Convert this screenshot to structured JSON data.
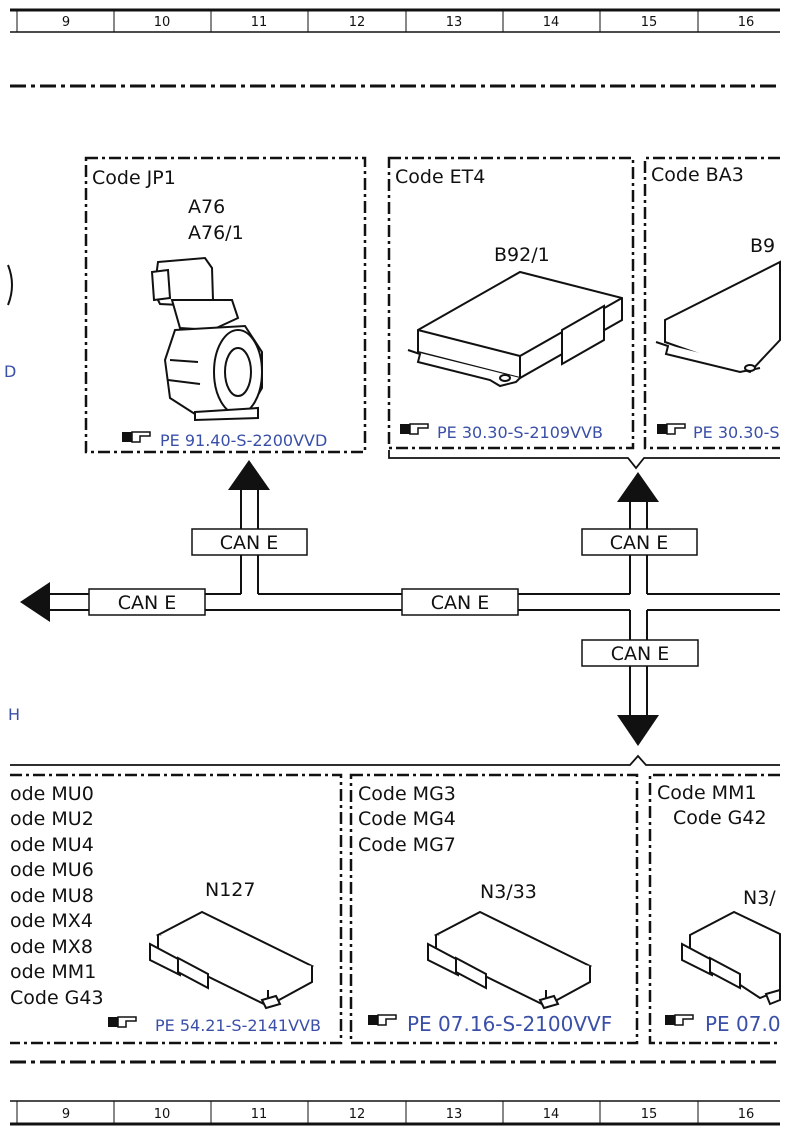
{
  "grid_columns": [
    "9",
    "10",
    "11",
    "12",
    "13",
    "14",
    "15",
    "16"
  ],
  "boxes": {
    "jp1": {
      "code": "Code JP1",
      "components": [
        "A76",
        "A76/1"
      ],
      "ref": "PE 91.40-S-2200VVD"
    },
    "et4": {
      "code": "Code ET4",
      "component": "B92/1",
      "ref": "PE 30.30-S-2109VVB"
    },
    "ba3": {
      "code": "Code BA3",
      "component": "B9",
      "ref": "PE 30.30-S"
    },
    "mu": {
      "codes": [
        "ode MU0",
        "ode MU2",
        "ode MU4",
        "ode MU6",
        "ode MU8",
        "ode MX4",
        "ode MX8",
        "ode MM1",
        "Code G43"
      ],
      "component": "N127",
      "ref": "PE 54.21-S-2141VVB"
    },
    "mg": {
      "codes": [
        "Code MG3",
        "Code MG4",
        "Code MG7"
      ],
      "component": "N3/33",
      "ref": "PE 07.16-S-2100VVF"
    },
    "mm1": {
      "codes": [
        "Code MM1",
        "Code G42"
      ],
      "component": "N3/",
      "ref": "PE 07.0"
    }
  },
  "bus_labels": {
    "left": "CAN E",
    "middle": "CAN E",
    "up_left": "CAN E",
    "up_right": "CAN E",
    "down_right": "CAN E"
  },
  "edge_fragments": {
    "d_left": "D",
    "h_left": "H"
  },
  "colors": {
    "line": "#111111",
    "reference": "#3a4fa8"
  }
}
